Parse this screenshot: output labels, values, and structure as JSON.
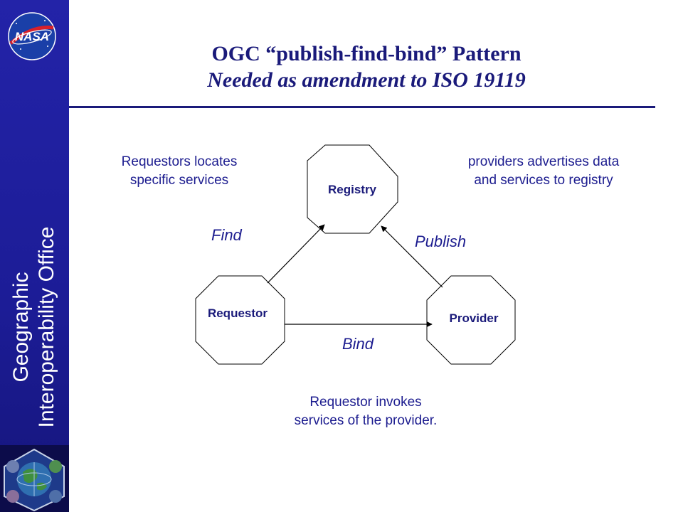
{
  "sidebar": {
    "logo_text": "NASA",
    "vertical_text_line1": "Geographic",
    "vertical_text_line2": "Interoperability Office",
    "background_color": "#1e1e9c"
  },
  "title": {
    "line1": "OGC “publish-find-bind” Pattern",
    "line2": "Needed as amendment to ISO 19119",
    "color": "#1a1a7a"
  },
  "diagram": {
    "nodes": [
      {
        "id": "registry",
        "label": "Registry"
      },
      {
        "id": "requestor",
        "label": "Requestor"
      },
      {
        "id": "provider",
        "label": "Provider"
      }
    ],
    "edges": [
      {
        "from": "requestor",
        "to": "registry",
        "label": "Find"
      },
      {
        "from": "provider",
        "to": "registry",
        "label": "Publish"
      },
      {
        "from": "requestor",
        "to": "provider",
        "label": "Bind"
      }
    ],
    "notes": {
      "find_line1": "Requestors locates",
      "find_line2": "specific services",
      "publish_line1": "providers  advertises data",
      "publish_line2": "and services to registry",
      "bind_line1": "Requestor invokes",
      "bind_line2": "services of the provider."
    },
    "text_color": "#1c1c8f"
  }
}
